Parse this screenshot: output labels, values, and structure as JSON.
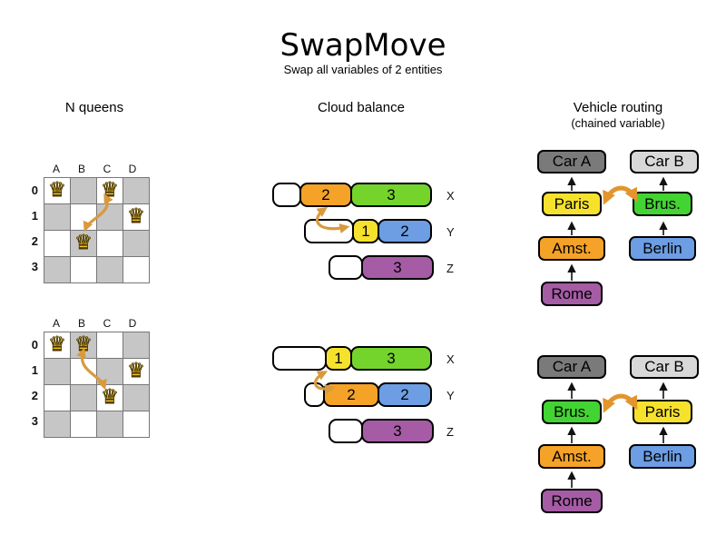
{
  "title": "SwapMove",
  "subtitle": "Swap all variables of 2 entities",
  "headers": {
    "nqueens": "N queens",
    "cloud": "Cloud balance",
    "vehicle1": "Vehicle routing",
    "vehicle2": "(chained variable)"
  },
  "symbols": {
    "queen": "♛"
  },
  "colors": {
    "board_gray": "#c6c6c6",
    "queen_gold": "#f2c12e",
    "swap_arrow_tan": "#d99a3d",
    "swap_arrow_orange": "#e2952e",
    "orange": "#f5a228",
    "cloud_green": "#74d42c",
    "vehicle_green": "#42d432",
    "yellow": "#f6e22c",
    "blue": "#6d9de3",
    "purple": "#a55ca5",
    "car_a_gray": "#7a7a7a",
    "car_b_gray": "#d8d8d8"
  },
  "nqueens": {
    "col_labels": [
      "A",
      "B",
      "C",
      "D"
    ],
    "row_labels": [
      "0",
      "1",
      "2",
      "3"
    ],
    "top_queens": [
      "A0",
      "C0",
      "D1",
      "B2"
    ],
    "bottom_queens": [
      "A0",
      "B0",
      "D1",
      "C2"
    ]
  },
  "cloud": {
    "labels": {
      "x": "X",
      "y": "Y",
      "z": "Z"
    },
    "top": {
      "x": {
        "s1": "2",
        "s2": "3"
      },
      "y": {
        "s1": "1",
        "s2": "2"
      },
      "z": {
        "s1": "3"
      }
    },
    "bottom": {
      "x": {
        "s1": "1",
        "s2": "3"
      },
      "y": {
        "s1": "2",
        "s2": "2"
      },
      "z": {
        "s1": "3"
      }
    }
  },
  "vehicle": {
    "top": {
      "car_a": "Car A",
      "car_b": "Car B",
      "l1": "Paris",
      "l2": "Amst.",
      "l3": "Rome",
      "r1": "Brus.",
      "r2": "Berlin"
    },
    "bottom": {
      "car_a": "Car A",
      "car_b": "Car B",
      "l1": "Brus.",
      "l2": "Amst.",
      "l3": "Rome",
      "r1": "Paris",
      "r2": "Berlin"
    }
  }
}
